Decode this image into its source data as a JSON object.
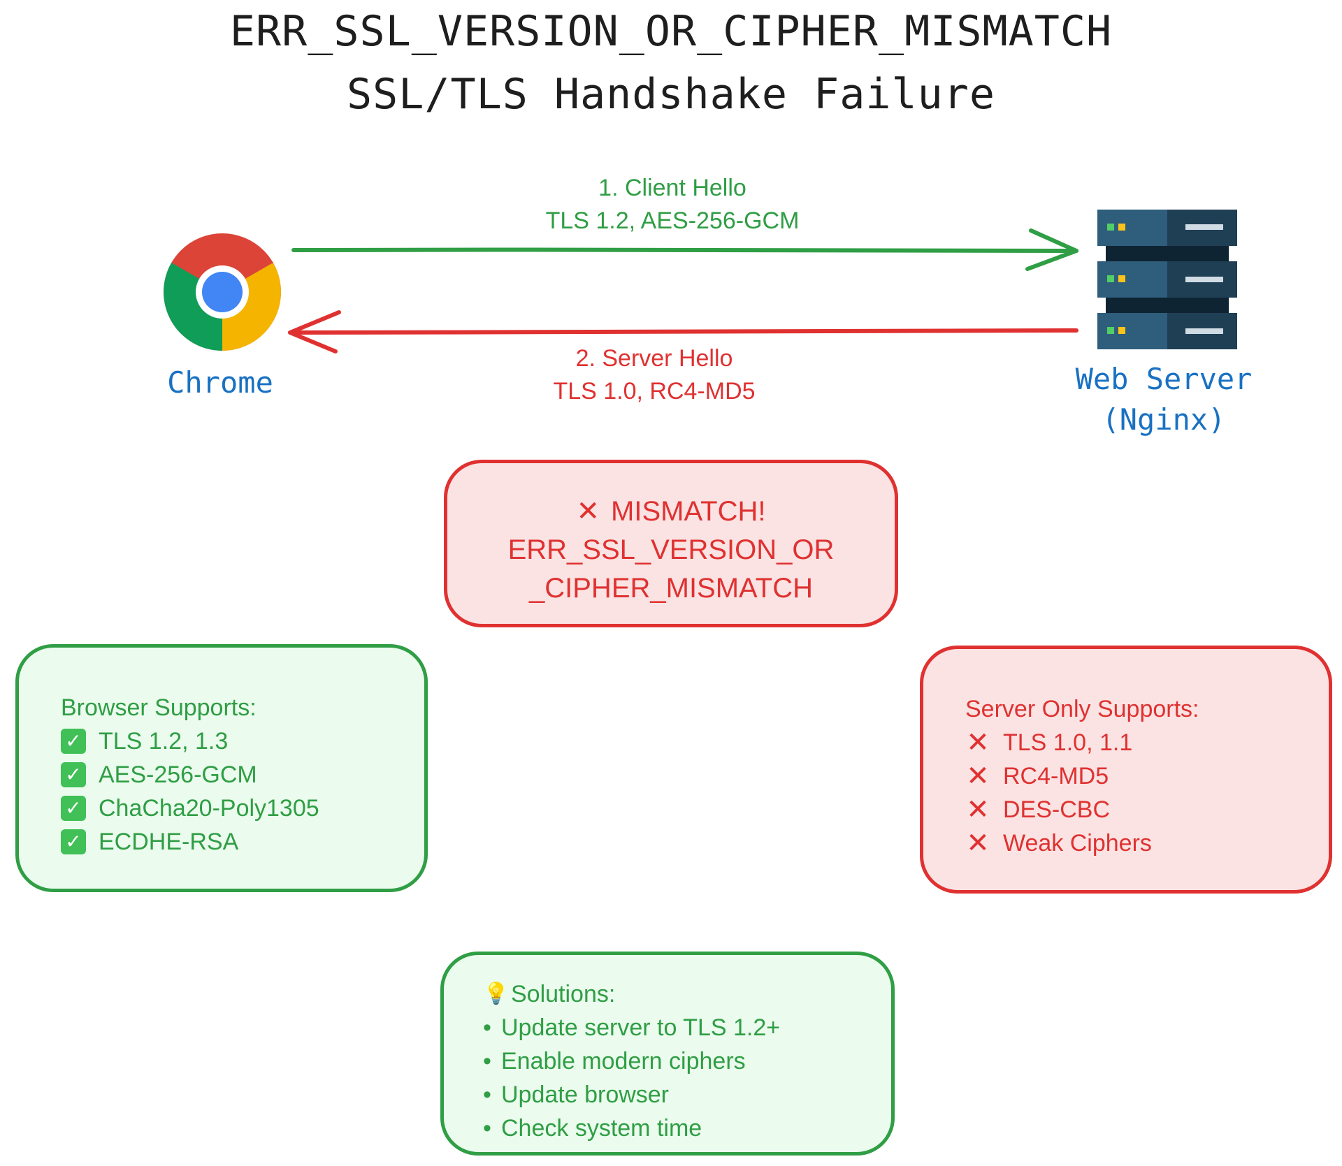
{
  "title": {
    "line1": "ERR_SSL_VERSION_OR_CIPHER_MISMATCH",
    "line2": "SSL/TLS Handshake Failure"
  },
  "client": {
    "label": "Chrome",
    "icon": "chrome-icon"
  },
  "server": {
    "label_line1": "Web Server",
    "label_line2": "(Nginx)",
    "icon": "server-rack-icon"
  },
  "client_hello": {
    "line1": "1. Client Hello",
    "line2": "TLS 1.2, AES-256-GCM",
    "color": "#2f9e44"
  },
  "server_hello": {
    "line1": "2. Server Hello",
    "line2": "TLS 1.0, RC4-MD5",
    "color": "#e03131"
  },
  "mismatch": {
    "icon": "x-icon",
    "line1": "MISMATCH!",
    "line2": "ERR_SSL_VERSION_OR",
    "line3": "_CIPHER_MISMATCH"
  },
  "browser_supports": {
    "heading": "Browser Supports:",
    "items": [
      "TLS 1.2, 1.3",
      "AES-256-GCM",
      "ChaCha20-Poly1305",
      "ECDHE-RSA"
    ]
  },
  "server_supports": {
    "heading": "Server Only Supports:",
    "items": [
      "TLS 1.0, 1.1",
      "RC4-MD5",
      "DES-CBC",
      "Weak Ciphers"
    ]
  },
  "solutions": {
    "icon": "lightbulb-icon",
    "heading": "Solutions:",
    "items": [
      "Update server to TLS 1.2+",
      "Enable modern ciphers",
      "Update browser",
      "Check system time"
    ]
  },
  "colors": {
    "green": "#2f9e44",
    "red": "#e03131",
    "blue": "#1971c2",
    "green_fill": "#ebfbee",
    "red_fill": "#fbe3e3"
  }
}
